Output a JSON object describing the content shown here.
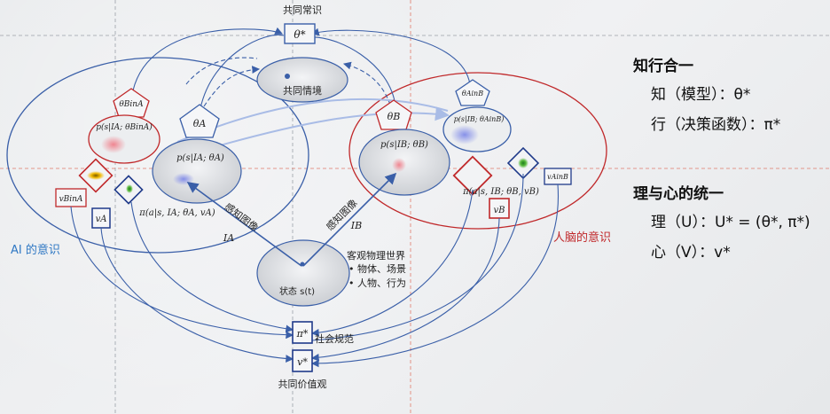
{
  "labels": {
    "shared_common_sense": "共同常识",
    "shared_context": "共同情境",
    "state": "状态 s(t)",
    "world_title": "客观物理世界",
    "world_items": [
      "物体、场景",
      "人物、行为"
    ],
    "perceive_a": "感知图像",
    "perceive_b": "感知图像",
    "ai_consciousness": "AI 的意识",
    "human_consciousness": "人脑的意识",
    "social_norms": "社会规范",
    "shared_values": "共同价值观"
  },
  "symbols": {
    "theta_star": "θ*",
    "theta_a": "θA",
    "theta_b": "θB",
    "theta_binA": "θBinA",
    "theta_ainB": "θAinB",
    "p_inner_a": "p(s|IA; θA)",
    "p_inner_b": "p(s|IB; θB)",
    "p_binA": "p(s|IA; θBinA)",
    "p_ainB": "p(s|IB; θAinB)",
    "pi_a": "π(a|s, IA; θA, vA)",
    "pi_b": "π(a|s, IB; θB, vB)",
    "v_a": "vA",
    "v_b": "vB",
    "v_binA": "vBinA",
    "v_ainB": "vAinB",
    "pi_star": "π*",
    "v_star": "v*",
    "I_a": "IA",
    "I_b": "IB"
  },
  "side": {
    "h1": "知行合一",
    "zhi": "知（模型）：θ*",
    "xing": "行（决策函数）：π*",
    "h2": "理与心的统一",
    "li": "理（U）：U* = (θ*, π*)",
    "xin": "心（V）：v*"
  },
  "colors": {
    "blue": "#3a5fa8",
    "red": "#c0282a",
    "ai_label": "#2f78c4",
    "human_label": "#c0282a"
  }
}
